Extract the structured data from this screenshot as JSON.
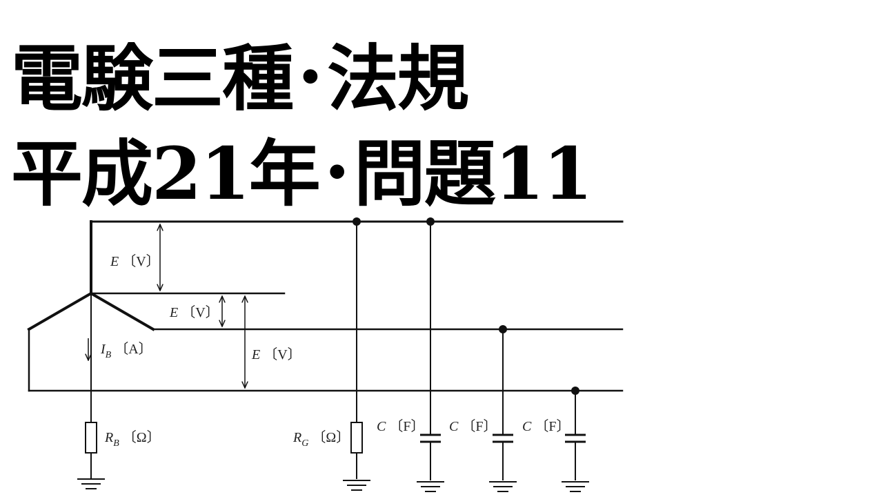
{
  "title_lines": [
    "電験三種･法規",
    "平成21年･問題11"
  ],
  "labels": {
    "E_sym": "E",
    "V_unit": "〔V〕",
    "I_sym": "I",
    "I_sub": "B",
    "A_unit": "〔A〕",
    "R_sym": "R",
    "RB_sub": "B",
    "RG_sub": "G",
    "Ohm_unit": "〔Ω〕",
    "C_sym": "C",
    "F_unit": "〔F〕"
  },
  "colors": {
    "ink": "#111111",
    "background": "#ffffff"
  }
}
